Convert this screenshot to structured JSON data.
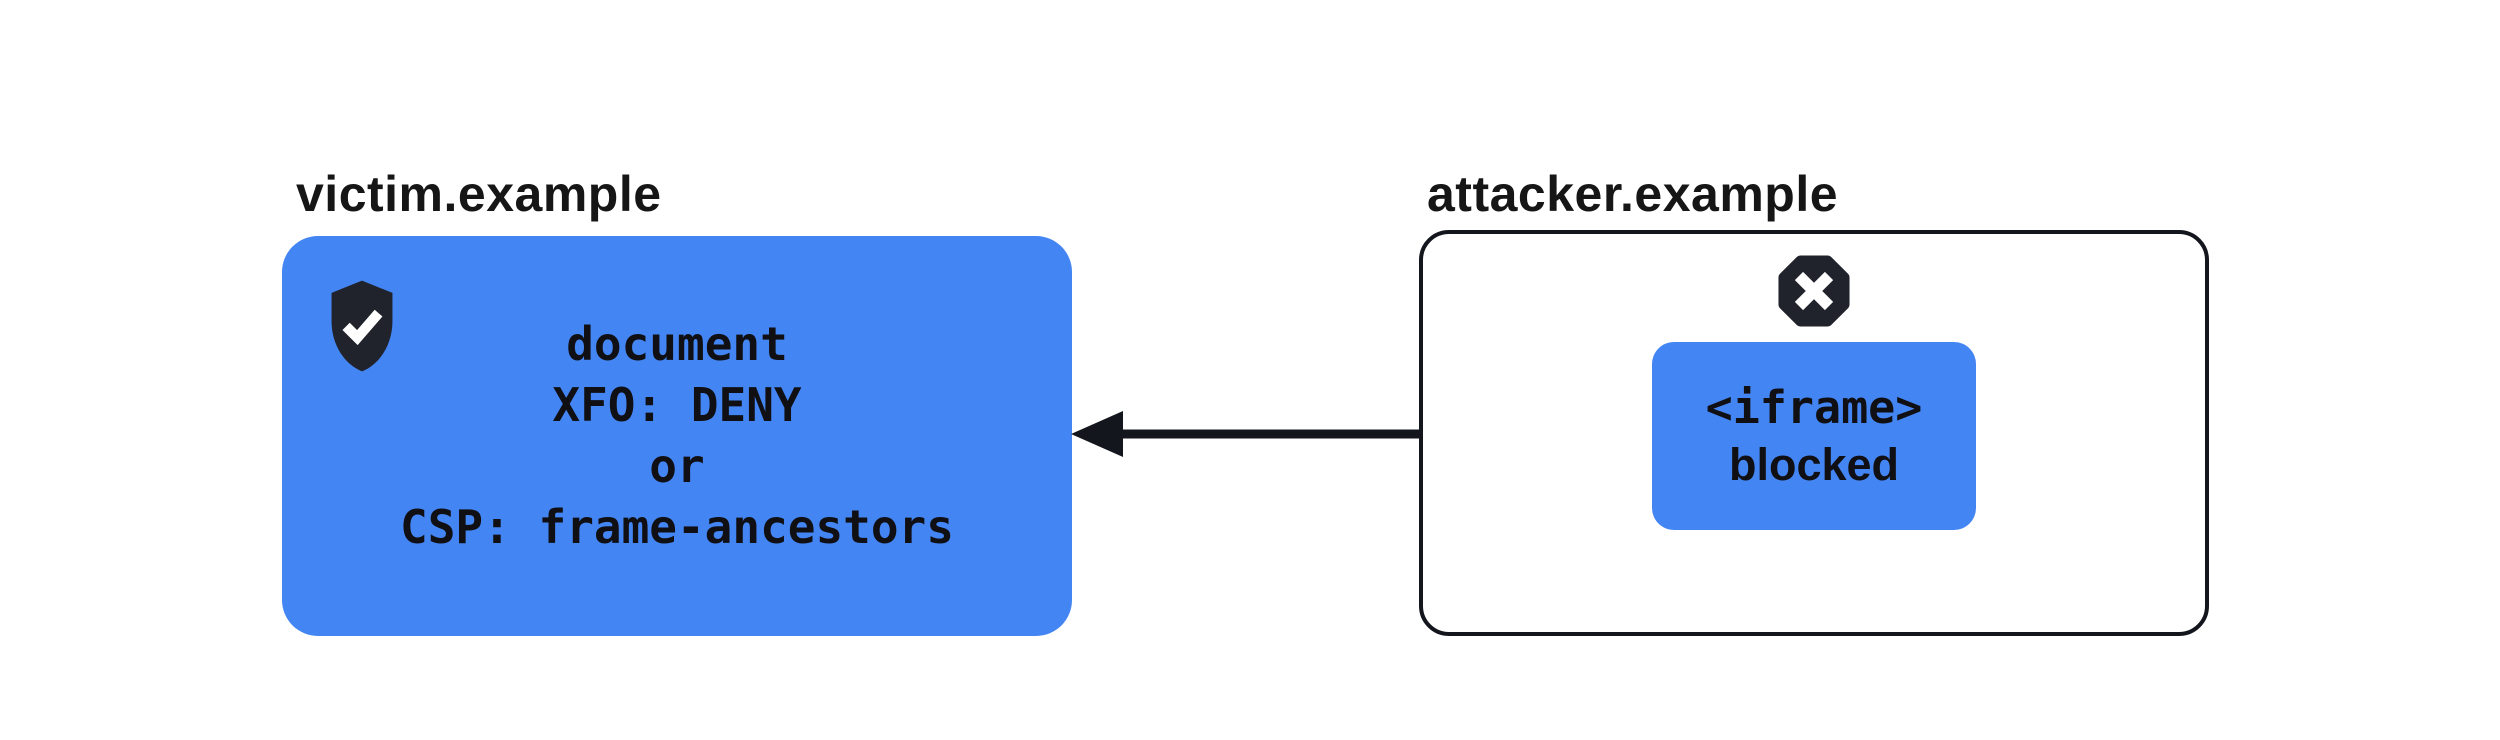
{
  "colors": {
    "background": "#FFFFFF",
    "accent_blue": "#4485F4",
    "icon_dark": "#20232B",
    "frame_border": "#14161D",
    "text_ink": "#101014",
    "label_ink": "#161616",
    "arrow_black": "#14161D"
  },
  "victim": {
    "domain_label": "victim.example",
    "shield_icon": "shield-check-icon",
    "policy_lines": {
      "0": "document",
      "1": "XFO: DENY",
      "2": "or",
      "3": "CSP: frame-ancestors"
    }
  },
  "attacker": {
    "domain_label": "attacker.example",
    "blocked_icon": "blocked-octagon-icon",
    "iframe_tag": "<iframe>",
    "iframe_status": "blocked"
  },
  "arrow": {
    "description": "frame request from attacker.example to victim.example, pointing left"
  }
}
